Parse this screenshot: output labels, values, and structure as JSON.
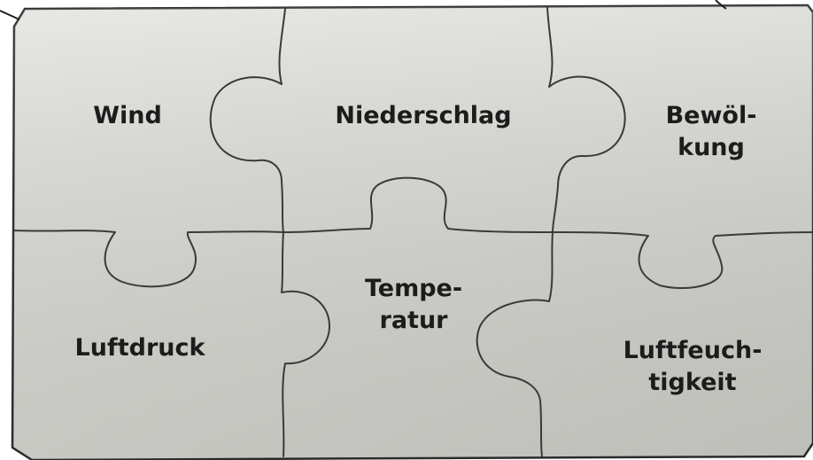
{
  "puzzle": {
    "board_color": "#dcdcd7",
    "line_color": "#3a3a3a",
    "pieces": [
      {
        "id": "wind",
        "lines": [
          "Wind"
        ]
      },
      {
        "id": "niederschlag",
        "lines": [
          "Niederschlag"
        ]
      },
      {
        "id": "bewoelkung",
        "lines": [
          "Bewöl-",
          "kung"
        ]
      },
      {
        "id": "luftdruck",
        "lines": [
          "Luftdruck"
        ]
      },
      {
        "id": "temperatur",
        "lines": [
          "Tempe-",
          "ratur"
        ]
      },
      {
        "id": "luftfeuchtigkeit",
        "lines": [
          "Luftfeuch-",
          "tigkeit"
        ]
      }
    ]
  }
}
